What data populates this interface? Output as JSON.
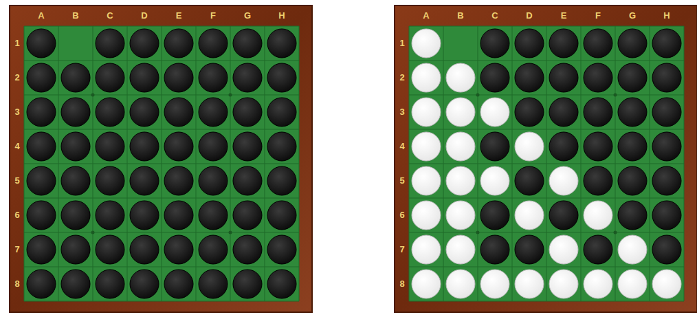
{
  "diagram": {
    "labels": [
      "A",
      "B",
      "C",
      "D",
      "E",
      "F",
      "G",
      "H",
      "1",
      "2",
      "3",
      "4",
      "5",
      "6",
      "7",
      "8",
      "A",
      "B",
      "C",
      "D",
      "E",
      "F",
      "G",
      "H",
      "1",
      "2",
      "3",
      "4",
      "5",
      "6",
      "7",
      "8"
    ]
  }
}
